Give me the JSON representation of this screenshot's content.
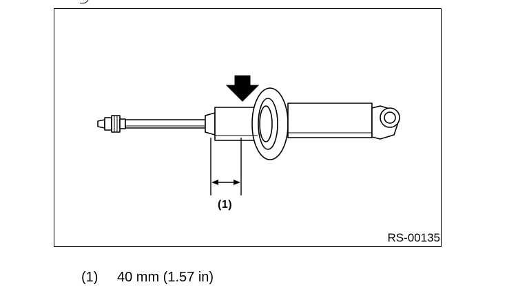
{
  "figure": {
    "callout": "(1)",
    "figure_id": "RS-00135"
  },
  "caption": {
    "number": "(1)",
    "text": "40 mm (1.57 in)"
  }
}
